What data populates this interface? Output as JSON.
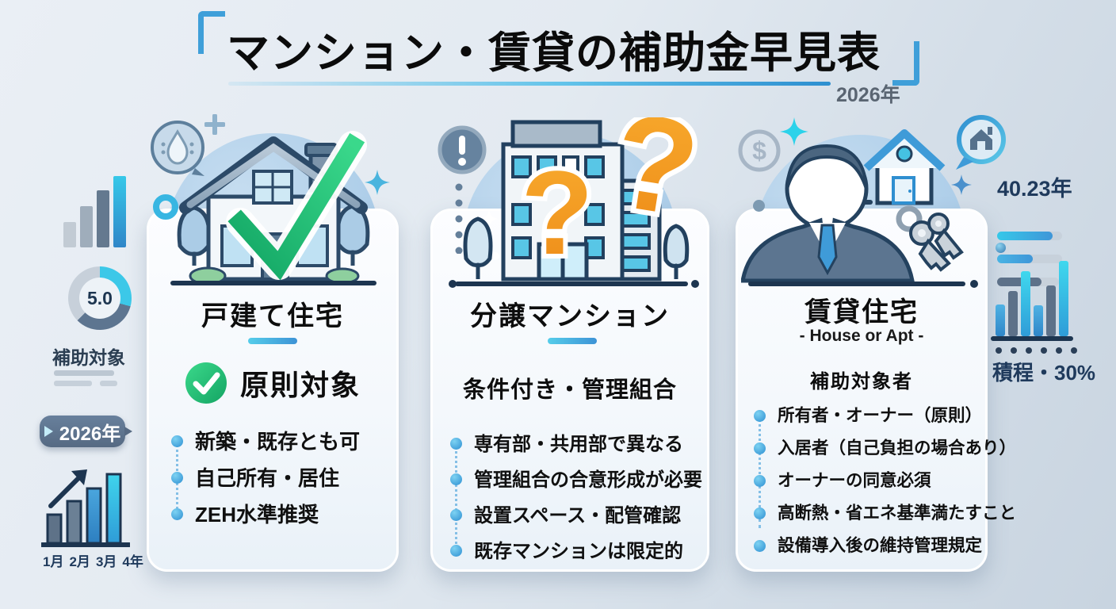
{
  "title": {
    "text": "マンション・賃貸の補助金早見表",
    "year": "2026年"
  },
  "cards": [
    {
      "title": "戸建て住宅",
      "status": "原則対象",
      "bullets": [
        "新築・既存とも可",
        "自己所有・居住",
        "ZEH水準推奨"
      ]
    },
    {
      "title": "分譲マンション",
      "status": "条件付き・管理組合",
      "bullets": [
        "専有部・共用部で異なる",
        "管理組合の合意形成が必要",
        "設置スペース・配管確認",
        "既存マンションは限定的"
      ]
    },
    {
      "title": "賃貸住宅",
      "subtitle": "- House or Apt -",
      "status": "補助対象者",
      "bullets": [
        "所有者・オーナー（原則）",
        "入居者（自己負担の場合あり）",
        "オーナーの同意必須",
        "高断熱・省エネ基準満たすこと",
        "設備導入後の維持管理規定"
      ]
    }
  ],
  "left_panel": {
    "donut_value": "5.0",
    "donut_label": "補助対象",
    "year_badge": "2026年",
    "growth_chart": {
      "labels": [
        "1月",
        "2月",
        "3月",
        "4年"
      ],
      "bar_heights": [
        37,
        54,
        70,
        86
      ]
    },
    "mini_bar_heights": [
      32,
      52,
      72,
      92
    ]
  },
  "right_panel": {
    "stat_value": "40.23年",
    "footer_label": "積程・30%",
    "progress_fills": [
      0.85,
      0.55,
      0.72
    ],
    "bar_heights": [
      40,
      57,
      82,
      39,
      64,
      95
    ]
  },
  "colors": {
    "accent_blue": "#3f9bd8",
    "accent_cyan": "#35c6e8",
    "green": "#1fb971",
    "orange": "#f59e2e",
    "navy": "#1f3a5c",
    "slate": "#5d7189"
  }
}
